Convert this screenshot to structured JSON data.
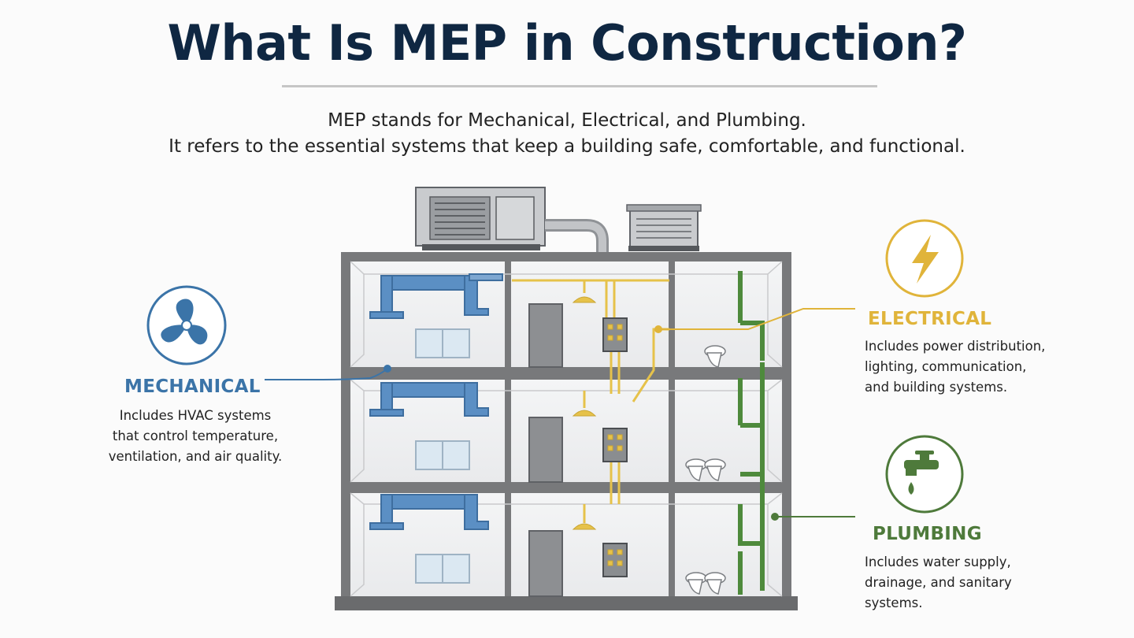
{
  "title": "What Is MEP in Construction?",
  "subtitle": {
    "line1": "MEP stands for Mechanical, Electrical, and Plumbing.",
    "line2": "It refers to the essential systems that keep a building safe, comfortable, and functional."
  },
  "systems": {
    "mechanical": {
      "label": "MECHANICAL",
      "description": [
        "Includes HVAC systems",
        "that control temperature,",
        "ventilation, and air quality."
      ],
      "color": "#3b74a8",
      "icon": "fan-icon"
    },
    "electrical": {
      "label": "ELECTRICAL",
      "description": [
        "Includes power distribution,",
        "lighting, communication,",
        "and building systems."
      ],
      "color": "#e0b43a",
      "icon": "lightning-bolt-icon"
    },
    "plumbing": {
      "label": "PLUMBING",
      "description": [
        "Includes water supply,",
        "drainage, and sanitary",
        "systems."
      ],
      "color": "#4e7a3b",
      "icon": "water-faucet-icon"
    }
  }
}
